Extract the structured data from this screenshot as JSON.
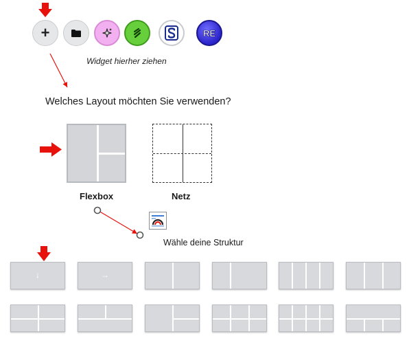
{
  "toolbar": {
    "add_glyph": "+",
    "re_logo": "RE",
    "colors": {
      "ai_button": "#f2b0f0",
      "green_button": "#66cf3b",
      "re_button": "#2a23c9"
    }
  },
  "drop_hint": "Widget hierher ziehen",
  "layout_question": "Welches Layout möchten Sie verwenden?",
  "layout_types": {
    "flexbox_label": "Flexbox",
    "grid_label": "Netz"
  },
  "structure": {
    "label": "Wähle deine Struktur",
    "down_arrow": "↓",
    "right_arrow": "→"
  },
  "annotation_color": "#e8120c"
}
